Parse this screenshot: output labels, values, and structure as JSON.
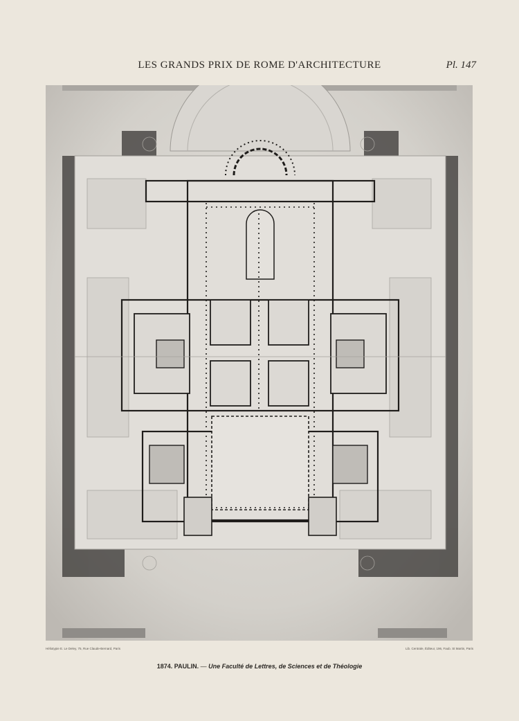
{
  "header": {
    "title": "LES GRANDS PRIX DE ROME D'ARCHITECTURE",
    "plate_number": "Pl. 147"
  },
  "imprint": {
    "left": "Héliotypie E. Le Deley, 75, Rue Claude-Bernard, Paris",
    "right": "Lib. Centrale, Éditeur, 196, Faub. St Martin, Paris"
  },
  "caption": {
    "year": "1874.",
    "author": "PAULIN.",
    "dash": "—",
    "subject": "Une Faculté de Lettres, de Sciences et de Théologie"
  },
  "colors": {
    "paper": "#ece7dd",
    "plate_background": "#cfccc6",
    "wall": "#1f1d1b",
    "shade": "#4a4845"
  }
}
